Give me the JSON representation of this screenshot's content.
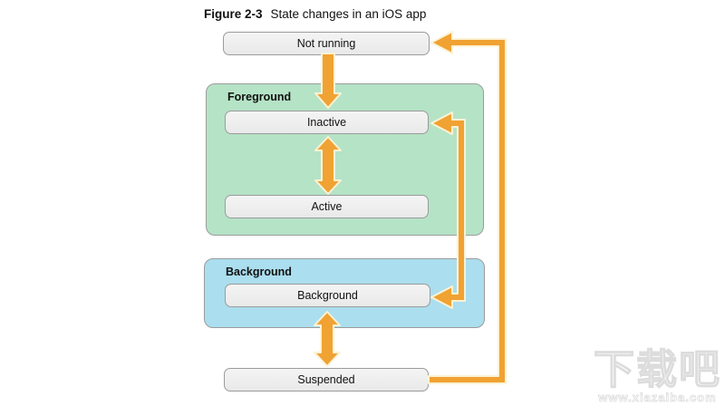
{
  "figure": {
    "label": "Figure 2-3",
    "caption": "State changes in an iOS app"
  },
  "nodes": {
    "not_running": "Not running",
    "inactive": "Inactive",
    "active": "Active",
    "background": "Background",
    "suspended": "Suspended"
  },
  "groups": {
    "foreground": "Foreground",
    "background": "Background"
  },
  "edges": [
    {
      "from": "Not running",
      "to": "Inactive",
      "bidirectional": false
    },
    {
      "from": "Inactive",
      "to": "Active",
      "bidirectional": true
    },
    {
      "from": "Inactive",
      "to": "Background",
      "bidirectional": true
    },
    {
      "from": "Background",
      "to": "Suspended",
      "bidirectional": true
    },
    {
      "from": "Suspended",
      "to": "Not running",
      "bidirectional": false
    }
  ],
  "colors": {
    "arrow_orange": "#F0A232",
    "arrow_outline": "#FBF2D4",
    "foreground_green": "#B5E3C6",
    "background_blue": "#ABDEEE",
    "node_fill": "#E9E9E9",
    "node_border": "#9B9B9B",
    "container_border": "#9C9C9C",
    "canvas": "#FFFFFF",
    "text": "#111111",
    "watermark_gray": "#DCDCDC"
  },
  "watermark": {
    "text": "下载吧",
    "url": "www.xiazaiba.com"
  }
}
